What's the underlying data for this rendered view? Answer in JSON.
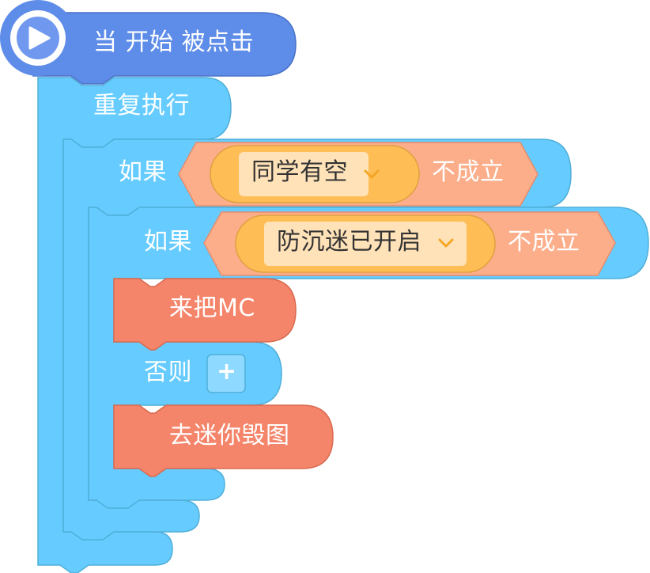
{
  "event_block": {
    "label": "当 开始 被点击",
    "icon": "play-icon"
  },
  "repeat_block": {
    "label": "重复执行"
  },
  "if_outer": {
    "keyword": "如果",
    "condition": {
      "dropdown_value": "同学有空",
      "suffix": "不成立"
    }
  },
  "if_inner": {
    "keyword": "如果",
    "condition": {
      "dropdown_value": "防沉迷已开启",
      "suffix": "不成立"
    },
    "then_action": {
      "label": "来把MC"
    },
    "else_label": "否则",
    "else_add": "+",
    "else_action": {
      "label": "去迷你毁图"
    }
  },
  "colors": {
    "event": "#5E8CE9",
    "control": "#66CCFF",
    "operator": "#FCAE8A",
    "sensing": "#FFBE55",
    "action": "#F5856A"
  }
}
